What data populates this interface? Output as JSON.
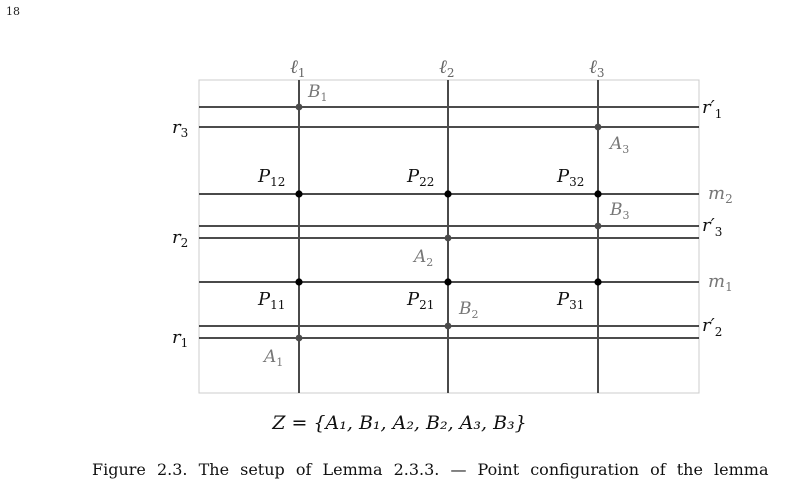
{
  "page_number": "18",
  "figure": {
    "vertical_lines": [
      {
        "name": "ℓ",
        "sub": "1"
      },
      {
        "name": "ℓ",
        "sub": "2"
      },
      {
        "name": "ℓ",
        "sub": "3"
      }
    ],
    "m_lines": [
      {
        "name": "m",
        "sub": "2"
      },
      {
        "name": "m",
        "sub": "1"
      }
    ],
    "r_lines": [
      {
        "name": "r",
        "sub": "3"
      },
      {
        "name": "r",
        "sub": "2"
      },
      {
        "name": "r",
        "sub": "1"
      }
    ],
    "r_prime_lines": [
      {
        "name": "r′",
        "sub": "1"
      },
      {
        "name": "r′",
        "sub": "3"
      },
      {
        "name": "r′",
        "sub": "2"
      }
    ],
    "p_points": [
      {
        "name": "P",
        "sub": "12"
      },
      {
        "name": "P",
        "sub": "22"
      },
      {
        "name": "P",
        "sub": "32"
      },
      {
        "name": "P",
        "sub": "11"
      },
      {
        "name": "P",
        "sub": "21"
      },
      {
        "name": "P",
        "sub": "31"
      }
    ],
    "z_points": [
      {
        "name": "B",
        "sub": "1"
      },
      {
        "name": "A",
        "sub": "3"
      },
      {
        "name": "B",
        "sub": "3"
      },
      {
        "name": "A",
        "sub": "2"
      },
      {
        "name": "B",
        "sub": "2"
      },
      {
        "name": "A",
        "sub": "1"
      }
    ],
    "colors": {
      "line": "#4a4a4a",
      "pair_line": "#111111",
      "p_point": "#000000",
      "z_point": "#4a4a4a",
      "z_label": "#777777",
      "frame": "#cccccc"
    }
  },
  "formula": "Z = {A₁, B₁, A₂, B₂, A₃, B₃}",
  "caption": "Figure 2.3. The setup of Lemma 2.3.3. — Point configuration of the lemma"
}
